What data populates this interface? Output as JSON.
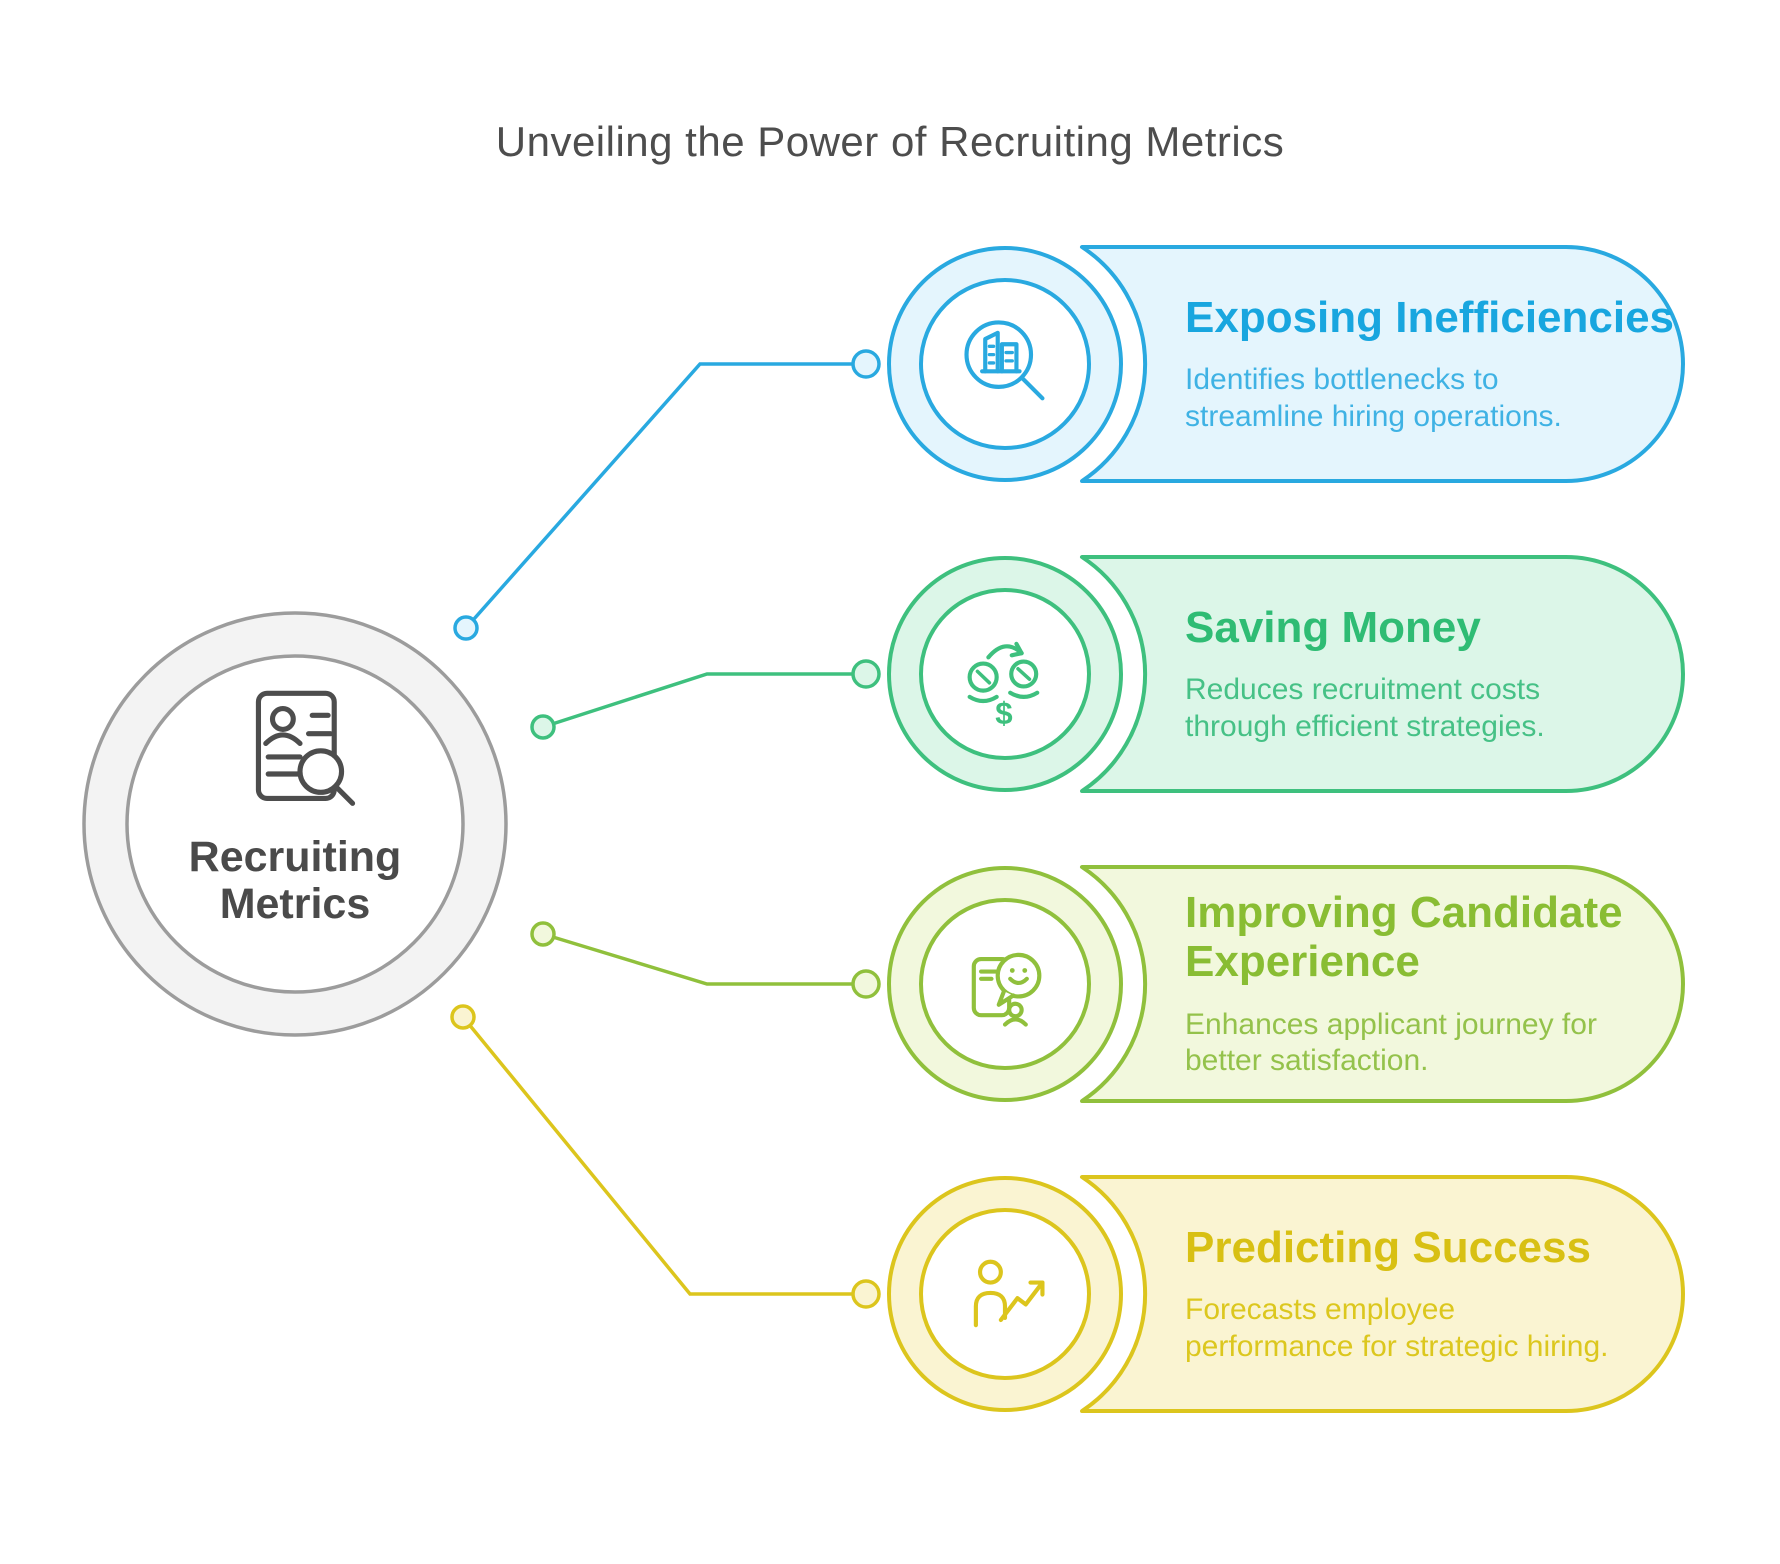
{
  "title": "Unveiling the Power of Recruiting Metrics",
  "hub": {
    "label": "Recruiting Metrics",
    "icon": "resume-search-icon",
    "colors": {
      "stroke": "#9C9C9C",
      "bg": "#F3F3F3",
      "text": "#4A4A4A"
    }
  },
  "cards": [
    {
      "title": "Exposing Inefficiencies",
      "description": "Identifies bottlenecks to streamline hiring operations.",
      "icon": "building-magnifier-icon",
      "colors": {
        "stroke": "#29A9E0",
        "bg": "#E4F5FD",
        "title": "#18A6DF",
        "desc": "#3FB2E4"
      }
    },
    {
      "title": "Saving Money",
      "description": "Reduces recruitment costs through efficient strategies.",
      "icon": "money-exchange-icon",
      "colors": {
        "stroke": "#3EC07E",
        "bg": "#DCF6E8",
        "title": "#2FBC74",
        "desc": "#46C186"
      }
    },
    {
      "title": "Improving Candidate Experience",
      "description": "Enhances applicant journey for better satisfaction.",
      "icon": "candidate-feedback-icon",
      "colors": {
        "stroke": "#90C03C",
        "bg": "#F2F8DD",
        "title": "#89BD33",
        "desc": "#94C24B"
      }
    },
    {
      "title": "Predicting Success",
      "description": "Forecasts employee performance for strategic hiring.",
      "icon": "person-growth-icon",
      "colors": {
        "stroke": "#DCC51D",
        "bg": "#FAF4D2",
        "title": "#D8C013",
        "desc": "#DCC71E"
      }
    }
  ]
}
